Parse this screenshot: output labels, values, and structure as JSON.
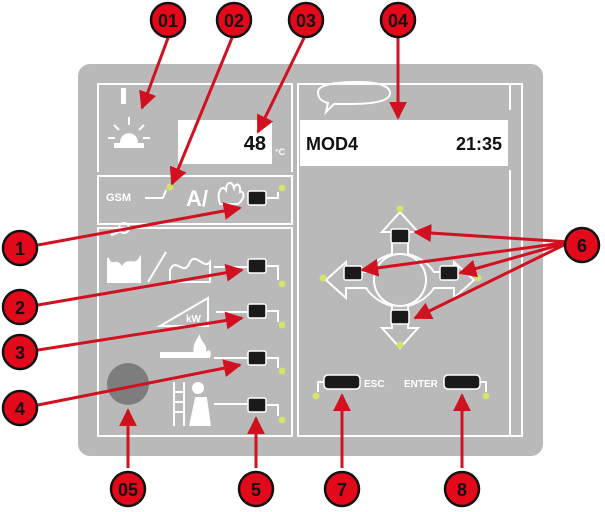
{
  "display": {
    "temperature_value": "48",
    "temperature_unit": "°C",
    "mode_text": "MOD4",
    "clock_text": "21:35"
  },
  "panel_labels": {
    "gsm": "GSM",
    "auto_manual": "A/",
    "power_unit": "kW",
    "esc": "ESC",
    "enter": "ENTER"
  },
  "callouts": {
    "top": [
      "01",
      "02",
      "03",
      "04"
    ],
    "left": [
      "1",
      "2",
      "3",
      "4"
    ],
    "bottom": [
      "05",
      "5",
      "7",
      "8"
    ],
    "right": [
      "6"
    ]
  },
  "colors": {
    "panel": "#b9b9b9",
    "panel_line": "#ffffff",
    "callout_fill": "#e3091b",
    "callout_line": "#d11120",
    "led": "#d6e36a",
    "button": "#1a1a1a",
    "ir_sensor": "#7d7d7d"
  }
}
